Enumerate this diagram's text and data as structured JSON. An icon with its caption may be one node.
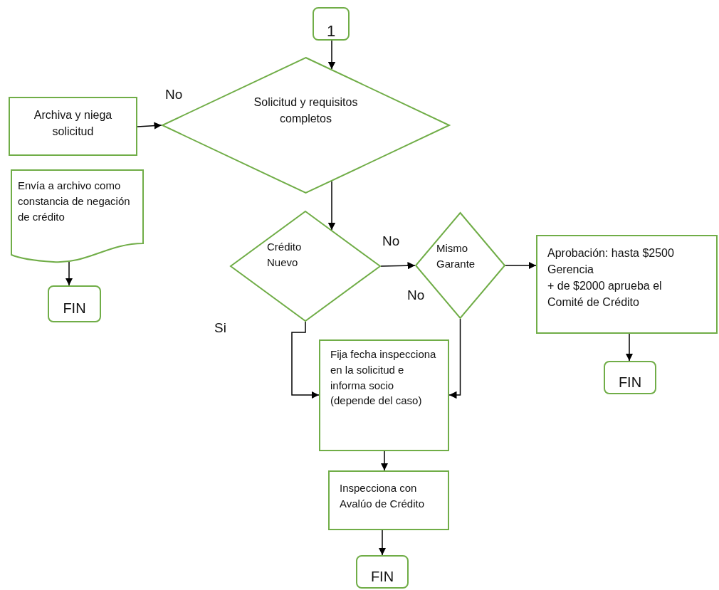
{
  "diagram": {
    "nodes": [
      {
        "text": [
          "1"
        ]
      },
      {
        "text": [
          "Archiva y niega solicitud"
        ]
      },
      {
        "text": [
          "Solicitud y requisitos completos"
        ]
      },
      {
        "text": [
          "Envía a archivo como constancia de negación de crédito"
        ]
      },
      {
        "text": [
          "FIN"
        ]
      },
      {
        "text": [
          "Crédito Nuevo"
        ]
      },
      {
        "text": [
          "Mismo Garante"
        ]
      },
      {
        "text": [
          "Aprobación: hasta $2500 Gerencia",
          "+ de $2000 aprueba el Comité de Crédito"
        ]
      },
      {
        "text": [
          "FIN"
        ]
      },
      {
        "text": [
          "Fija fecha inspecciona en la solicitud e informa socio (depende del caso)"
        ]
      },
      {
        "text": [
          "Inspecciona con Avalúo de Crédito"
        ]
      },
      {
        "text": [
          "FIN"
        ]
      }
    ],
    "edges": [
      {
        "from": 0,
        "to": 2,
        "arrow": "to"
      },
      {
        "from": 1,
        "to": 2,
        "arrow": "to",
        "label": "No"
      },
      {
        "from": 2,
        "to": 5,
        "arrow": "to"
      },
      {
        "from": 3,
        "to": 4,
        "arrow": "to"
      },
      {
        "from": 5,
        "to": 6,
        "arrow": "to",
        "label": "No"
      },
      {
        "from": 6,
        "to": 7,
        "arrow": "to"
      },
      {
        "from": 7,
        "to": 8,
        "arrow": "to"
      },
      {
        "from": 5,
        "to": 9,
        "arrow": "to",
        "label": "Si"
      },
      {
        "from": 6,
        "to": 9,
        "arrow": "to",
        "label": "No"
      },
      {
        "from": 9,
        "to": 10,
        "arrow": "to"
      },
      {
        "from": 10,
        "to": 11,
        "arrow": "to"
      }
    ]
  }
}
